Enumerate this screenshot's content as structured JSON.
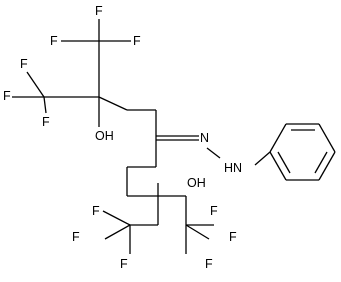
{
  "molecule": {
    "atoms": {
      "f1": "F",
      "f2": "F",
      "f3": "F",
      "f4": "F",
      "f5": "F",
      "f6": "F",
      "oh_top": "OH",
      "n_imine": "N",
      "hn": "HN",
      "oh_bottom": "OH",
      "f7": "F",
      "f8": "F",
      "f9": "F",
      "f10": "F",
      "f11": "F",
      "f12": "F"
    }
  }
}
